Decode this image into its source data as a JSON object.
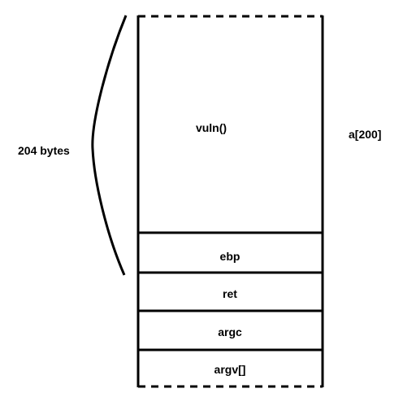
{
  "stack": {
    "sections": [
      {
        "label": "vuln()"
      },
      {
        "label": "ebp"
      },
      {
        "label": "ret"
      },
      {
        "label": "argc"
      },
      {
        "label": "argv[]"
      }
    ]
  },
  "annotations": {
    "size_label": "204 bytes",
    "buffer_label": "a[200]"
  },
  "colors": {
    "line": "#000000",
    "background": "#ffffff"
  }
}
